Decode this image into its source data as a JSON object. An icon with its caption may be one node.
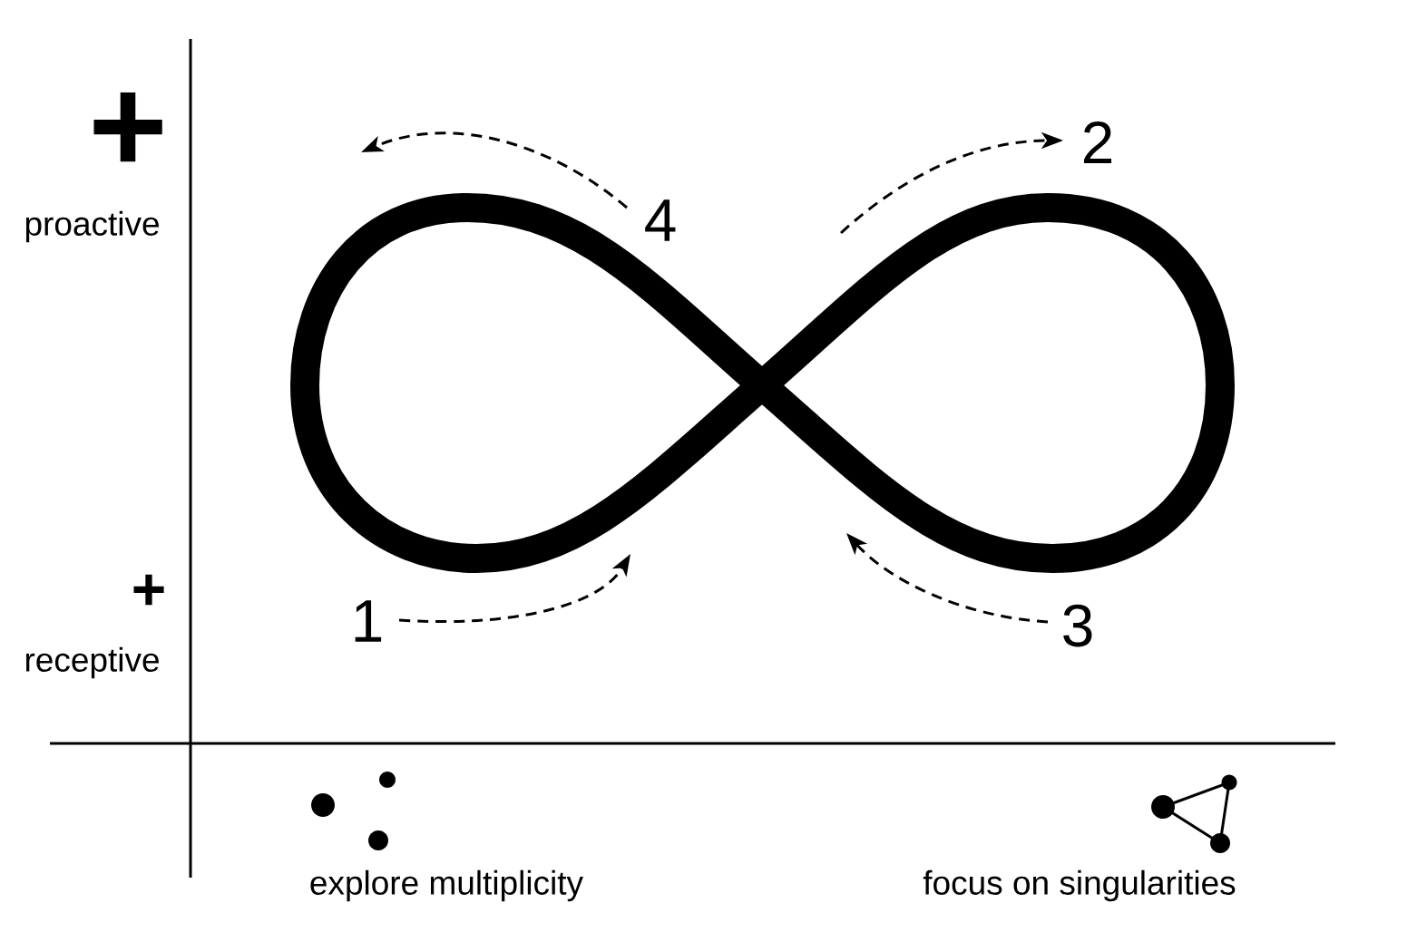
{
  "diagram": {
    "labels": [
      "+",
      "2",
      "proactive",
      "4",
      "+",
      "1",
      "3",
      "receptive",
      "explore multiplicity",
      "focus on singularities"
    ]
  }
}
